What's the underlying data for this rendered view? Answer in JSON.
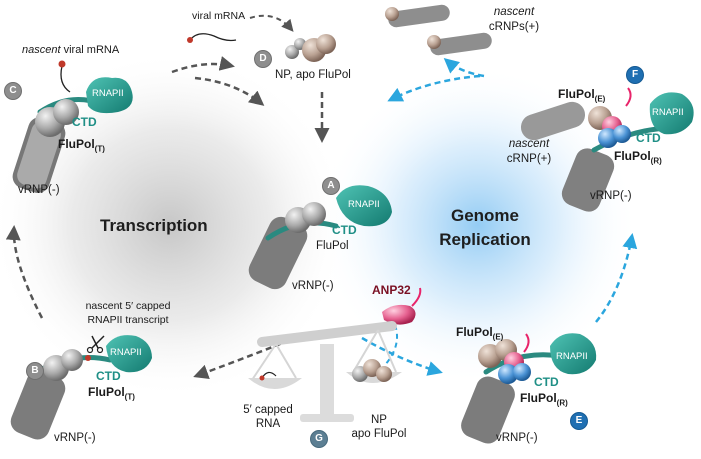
{
  "sections": {
    "transcription": "Transcription",
    "replication_line1": "Genome",
    "replication_line2": "Replication"
  },
  "badges": {
    "A": "A",
    "B": "B",
    "C": "C",
    "D": "D",
    "E": "E",
    "F": "F",
    "G": "G"
  },
  "labels": {
    "nascent_viral_mrna_em": "nascent",
    "nascent_viral_mrna_rest": " viral mRNA",
    "viral_mrna": "viral mRNA",
    "np_apo_flupol_d": "NP, apo FluPol",
    "nascent_crnps_line1": "nascent",
    "nascent_crnps_line2": "cRNPs(+)",
    "nascent_crnp_line1": "nascent",
    "nascent_crnp_line2": "cRNP(+)",
    "rnapii": "RNAPII",
    "ctd": "CTD",
    "flupol": "FluPol",
    "flupol_sub_t": "(T)",
    "flupol_sub_e": "(E)",
    "flupol_sub_r": "(R)",
    "vrnp": "vRNP(-)",
    "anp32": "ANP32",
    "capped_transcript_line1": "nascent 5′ capped",
    "capped_transcript_line2": "RNAPII transcript",
    "capped_rna_line1": "5′ capped",
    "capped_rna_line2": "RNA",
    "np_line1": "NP",
    "np_line2": "apo FluPol"
  },
  "colors": {
    "teal": "#1c8f87",
    "ctd_teal": "#2a8a80",
    "blue_arrow": "#2ba6de",
    "gray_arrow": "#555555",
    "crimson": "#7a1023",
    "pink": "#e8246a",
    "badge_blue": "#1f6fb2",
    "badge_gray": "#8e8e8e"
  },
  "icons": [
    "scissors-icon",
    "balance-scale-icon",
    "polymerase-complex-icon",
    "rnp-helix-icon"
  ]
}
